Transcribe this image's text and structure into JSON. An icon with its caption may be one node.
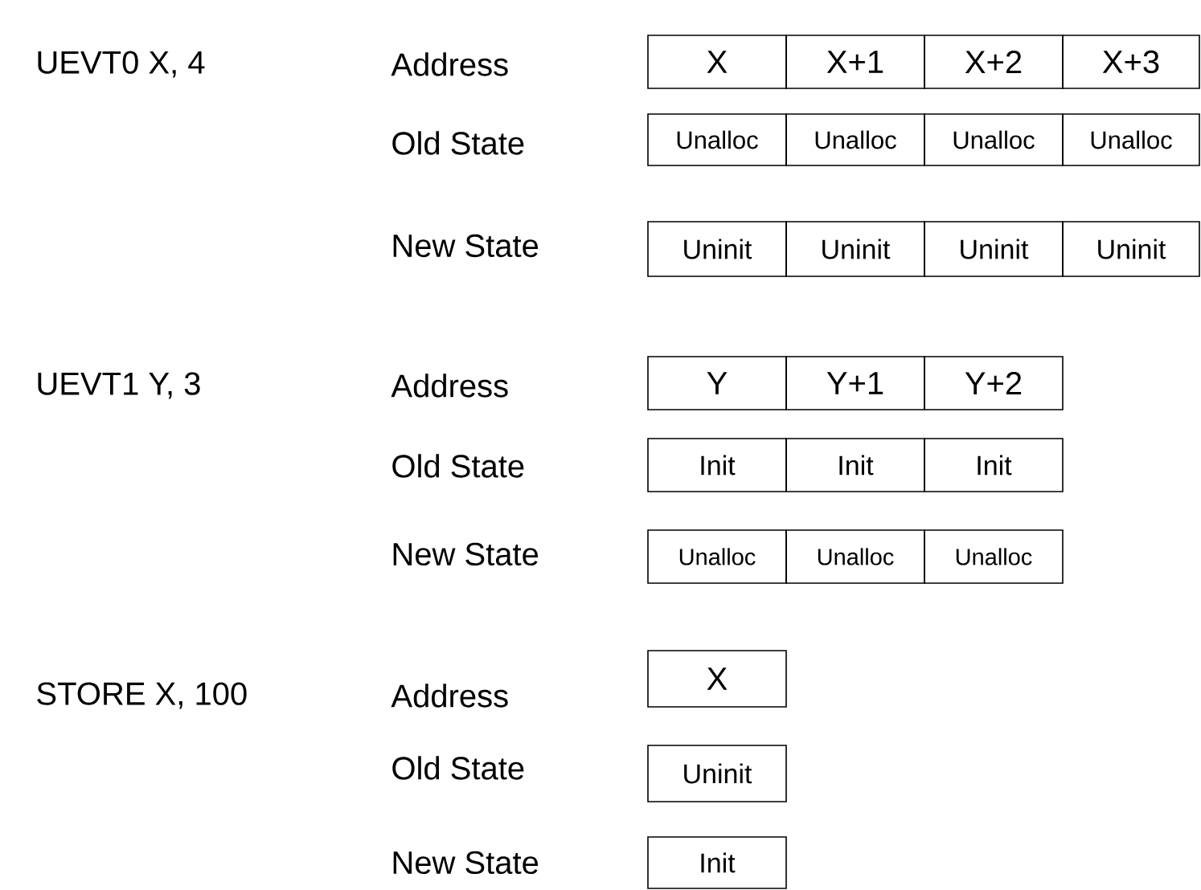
{
  "diagram": {
    "nodes": [
      {
        "text": [
          "X"
        ]
      },
      {
        "text": [
          "X+1"
        ]
      },
      {
        "text": [
          "X+2"
        ]
      },
      {
        "text": [
          "X+3"
        ]
      },
      {
        "text": [
          "Unalloc"
        ]
      },
      {
        "text": [
          "Unalloc"
        ]
      },
      {
        "text": [
          "Unalloc"
        ]
      },
      {
        "text": [
          "Unalloc"
        ]
      },
      {
        "text": [
          "Uninit"
        ]
      },
      {
        "text": [
          "Uninit"
        ]
      },
      {
        "text": [
          "Uninit"
        ]
      },
      {
        "text": [
          "Uninit"
        ]
      },
      {
        "text": [
          "Y"
        ]
      },
      {
        "text": [
          "Y+1"
        ]
      },
      {
        "text": [
          "Y+2"
        ]
      },
      {
        "text": [
          "Init"
        ]
      },
      {
        "text": [
          "Init"
        ]
      },
      {
        "text": [
          "Init"
        ]
      },
      {
        "text": [
          "Unalloc"
        ]
      },
      {
        "text": [
          "Unalloc"
        ]
      },
      {
        "text": [
          "Unalloc"
        ]
      },
      {
        "text": [
          "X"
        ]
      },
      {
        "text": [
          "Uninit"
        ]
      },
      {
        "text": [
          "Init"
        ]
      }
    ],
    "labels": [
      "UEVT0 X, 4",
      "Address",
      "Old State",
      "New State",
      "UEVT1 Y, 3",
      "Address",
      "Old State",
      "New State",
      "STORE X, 100",
      "Address",
      "Old State",
      "New State"
    ]
  }
}
